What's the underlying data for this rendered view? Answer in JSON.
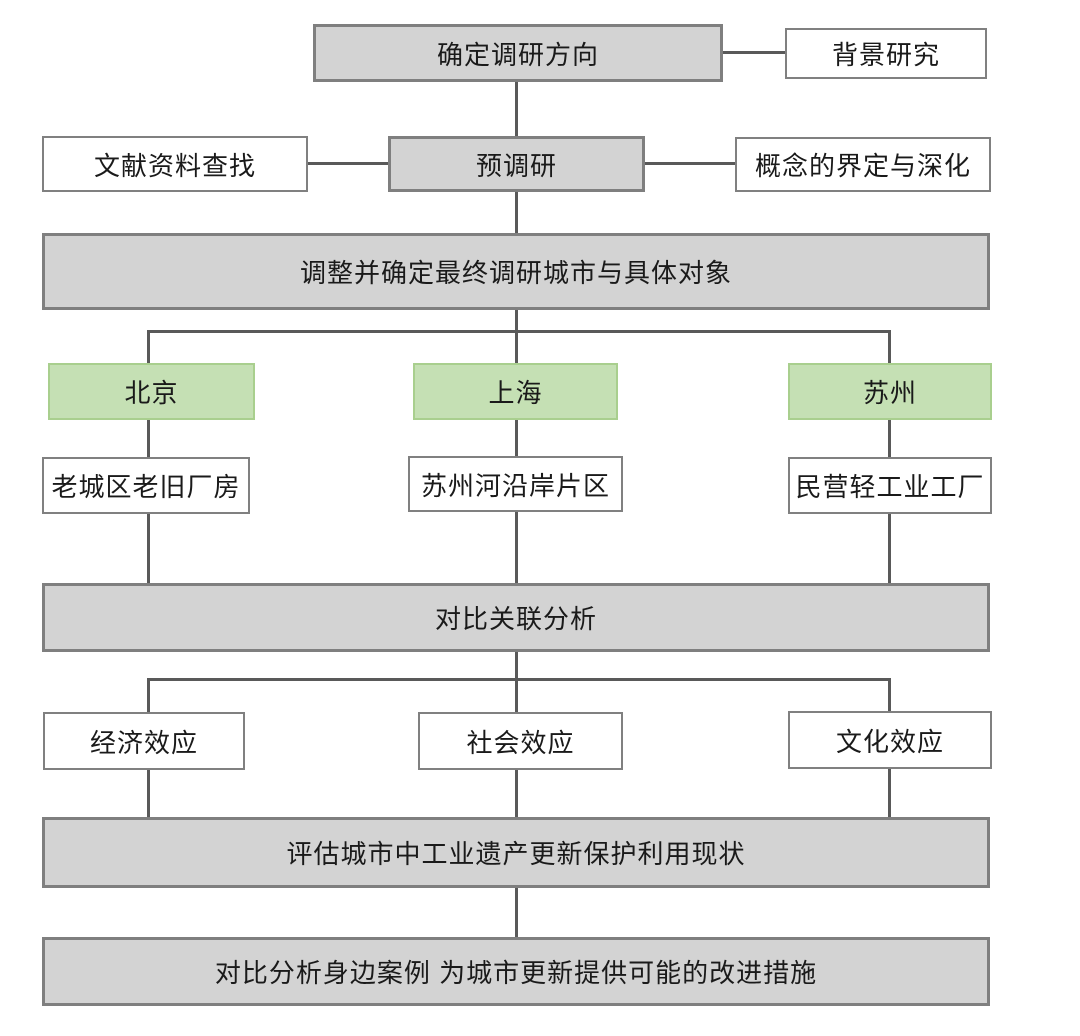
{
  "nodes": {
    "direction": {
      "label": "确定调研方向",
      "type": "primary"
    },
    "background": {
      "label": "背景研究",
      "type": "secondary"
    },
    "literature": {
      "label": "文献资料查找",
      "type": "secondary"
    },
    "presurvey": {
      "label": "预调研",
      "type": "primary"
    },
    "concept": {
      "label": "概念的界定与深化",
      "type": "secondary"
    },
    "confirm": {
      "label": "调整并确定最终调研城市与具体对象",
      "type": "primary"
    },
    "beijing": {
      "label": "北京",
      "type": "city"
    },
    "shanghai": {
      "label": "上海",
      "type": "city"
    },
    "suzhou": {
      "label": "苏州",
      "type": "city"
    },
    "beijing_site": {
      "label": "老城区老旧厂房",
      "type": "secondary"
    },
    "shanghai_site": {
      "label": "苏州河沿岸片区",
      "type": "secondary"
    },
    "suzhou_site": {
      "label": "民营轻工业工厂",
      "type": "secondary"
    },
    "compare": {
      "label": "对比关联分析",
      "type": "primary"
    },
    "economic": {
      "label": "经济效应",
      "type": "secondary"
    },
    "social": {
      "label": "社会效应",
      "type": "secondary"
    },
    "cultural": {
      "label": "文化效应",
      "type": "secondary"
    },
    "evaluate": {
      "label": "评估城市中工业遗产更新保护利用现状",
      "type": "primary"
    },
    "improve": {
      "label": "对比分析身边案例 为城市更新提供可能的改进措施",
      "type": "primary"
    }
  },
  "colors": {
    "primary_fill": "#d3d3d3",
    "primary_border": "#7f7f7f",
    "secondary_fill": "#ffffff",
    "secondary_border": "#808080",
    "city_fill": "#c5e0b4",
    "city_border": "#a9cf8e",
    "connector": "#595959",
    "text": "#1a1a1a"
  }
}
